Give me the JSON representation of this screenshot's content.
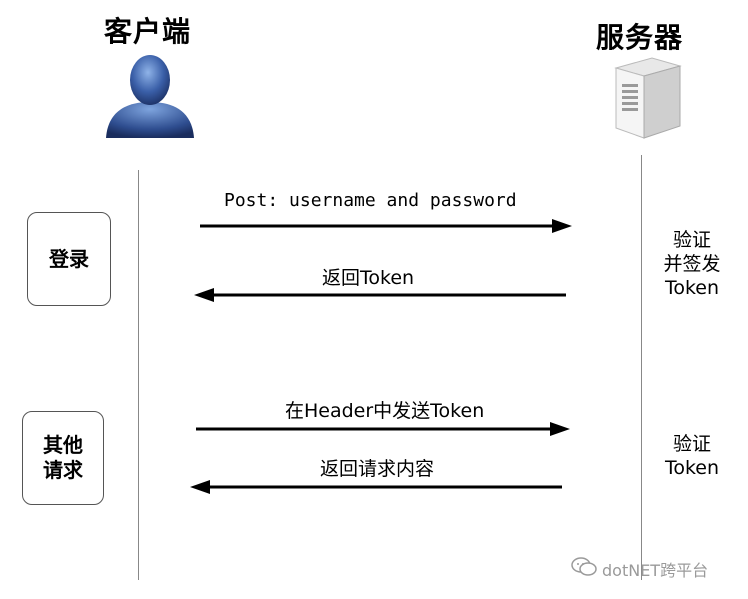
{
  "participants": {
    "client": "客户端",
    "server": "服务器"
  },
  "phases": {
    "login": "登录",
    "other_line1": "其他",
    "other_line2": "请求"
  },
  "messages": {
    "post_credentials": "Post: username and password",
    "return_token": "返回Token",
    "send_token_in_header": "在Header中发送Token",
    "return_content": "返回请求内容"
  },
  "server_actions": {
    "verify_sign_line1": "验证",
    "verify_sign_line2": "并签发",
    "verify_sign_line3": "Token",
    "verify_line1": "验证",
    "verify_line2": "Token"
  },
  "watermark": "dotNET跨平台",
  "colors": {
    "avatar": "#3a5fa8",
    "arrow": "#000000",
    "lifeline": "#888888"
  }
}
